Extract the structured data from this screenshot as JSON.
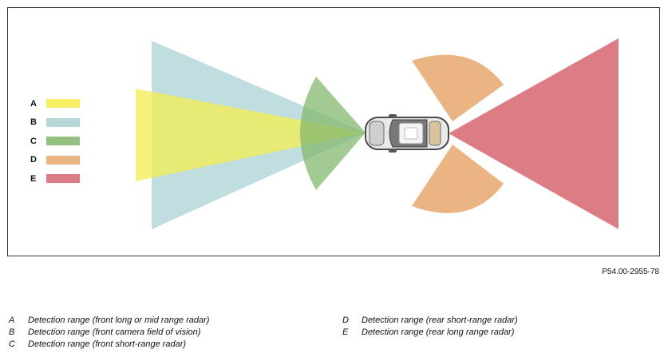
{
  "legend": [
    {
      "letter": "A",
      "color": "#f7ef64"
    },
    {
      "letter": "B",
      "color": "#b5d7da"
    },
    {
      "letter": "C",
      "color": "#95c180"
    },
    {
      "letter": "D",
      "color": "#eab583"
    },
    {
      "letter": "E",
      "color": "#dc7c84"
    }
  ],
  "reference_code": "P54.00-2955-78",
  "captions": [
    {
      "letter": "A",
      "text": "Detection range (front long or mid range radar)"
    },
    {
      "letter": "B",
      "text": "Detection range (front camera field of vision)"
    },
    {
      "letter": "C",
      "text": "Detection range (front short-range radar)"
    },
    {
      "letter": "D",
      "text": "Detection range (rear short-range radar)"
    },
    {
      "letter": "E",
      "text": "Detection range (rear long range radar)"
    }
  ],
  "vehicle_icon": "car-top-view-icon"
}
